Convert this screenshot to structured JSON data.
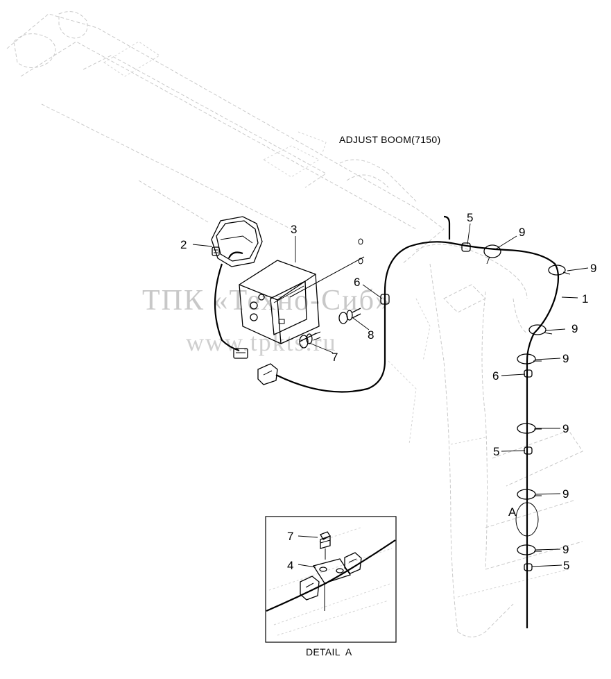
{
  "title": "ADJUST BOOM(7150)",
  "watermark": {
    "line1": "ТПК «Техно-Сиб»",
    "line2": "www.tpkts.ru"
  },
  "detail": {
    "label": "DETAIL  A",
    "marker": "A"
  },
  "callouts": {
    "c1": "1",
    "c2": "2",
    "c3": "3",
    "c4": "4",
    "c5a": "5",
    "c5b": "5",
    "c5c": "5",
    "c6a": "6",
    "c6b": "6",
    "c7a": "7",
    "c7b": "7",
    "c8": "8",
    "c9a": "9",
    "c9b": "9",
    "c9c": "9",
    "c9d": "9",
    "c9e": "9",
    "c9f": "9",
    "c9g": "9"
  },
  "colors": {
    "line": "#000000",
    "ghost": "#c9c9c9",
    "watermark": "#c8c8c8"
  }
}
